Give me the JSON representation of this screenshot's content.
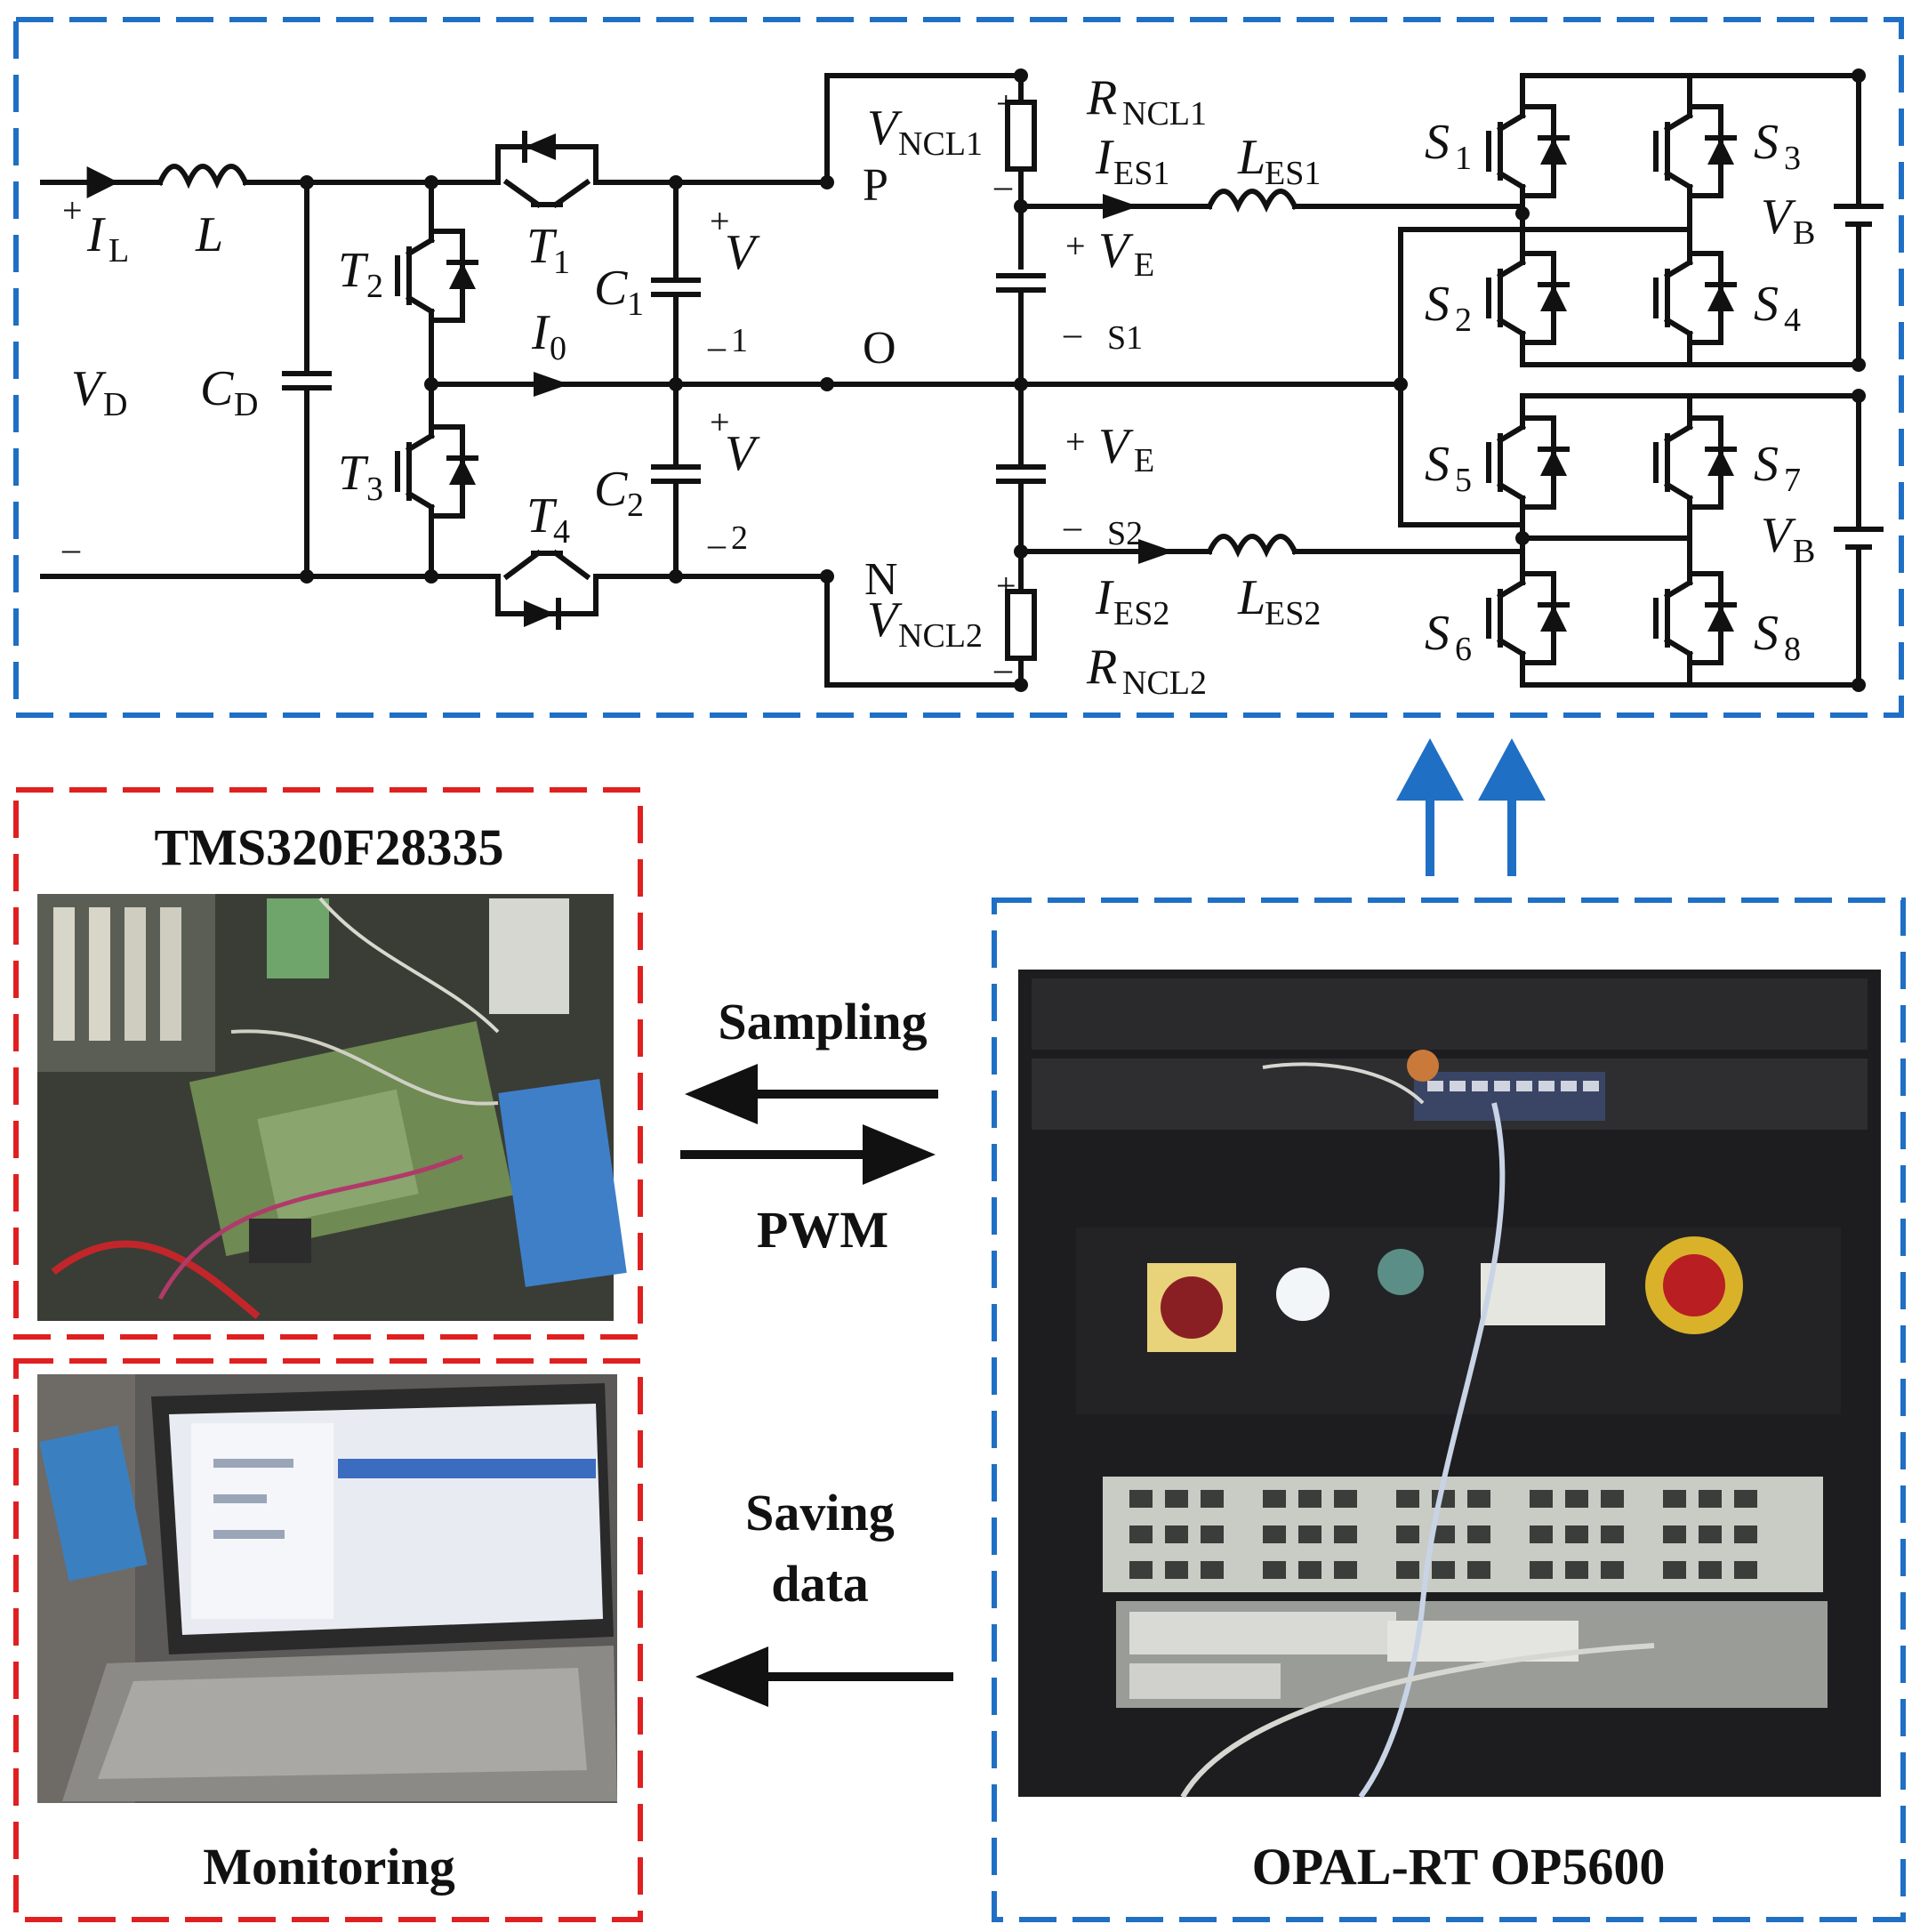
{
  "colors": {
    "blue_box": "#1f6fc5",
    "red_box": "#e02020",
    "wire": "#111111",
    "arrow_blue": "#1f6fc5"
  },
  "circuit": {
    "IL": {
      "sym": "I",
      "sub": "L",
      "sign": "+"
    },
    "L": "L",
    "VD": {
      "sym": "V",
      "sub": "D"
    },
    "CD": {
      "sym": "C",
      "sub": "D"
    },
    "minus_left": "–",
    "T1": {
      "sym": "T",
      "sub": "1"
    },
    "T2": {
      "sym": "T",
      "sub": "2"
    },
    "T3": {
      "sym": "T",
      "sub": "3"
    },
    "T4": {
      "sym": "T",
      "sub": "4"
    },
    "C1": {
      "sym": "C",
      "sub": "1"
    },
    "C2": {
      "sym": "C",
      "sub": "2"
    },
    "V1": {
      "plus": "+",
      "sym": "V",
      "minus": "–",
      "sub": "1"
    },
    "V2": {
      "plus": "+",
      "sym": "V",
      "minus": "–",
      "sub": "2"
    },
    "I0": {
      "sym": "I",
      "sub": "0"
    },
    "P": "P",
    "O": "O",
    "N": "N",
    "RNCL1": {
      "sym": "R",
      "sub": "NCL1"
    },
    "RNCL2": {
      "sym": "R",
      "sub": "NCL2"
    },
    "VNCL1": {
      "sym": "V",
      "sub": "NCL1",
      "plus": "+",
      "minus": "–"
    },
    "VNCL2": {
      "sym": "V",
      "sub": "NCL2",
      "plus": "+",
      "minus": "–"
    },
    "IES1": {
      "sym": "I",
      "sub": "ES1"
    },
    "IES2": {
      "sym": "I",
      "sub": "ES2"
    },
    "LES1": {
      "sym": "L",
      "sub": "ES1"
    },
    "LES2": {
      "sym": "L",
      "sub": "ES2"
    },
    "VES1": {
      "plus": "+",
      "sym": "V",
      "sub": "E",
      "minus": "–",
      "sub2": "S1"
    },
    "VES2": {
      "plus": "+",
      "sym": "V",
      "sub": "E",
      "minus": "–",
      "sub2": "S2"
    },
    "S": [
      {
        "sym": "S",
        "sub": "1"
      },
      {
        "sym": "S",
        "sub": "2"
      },
      {
        "sym": "S",
        "sub": "3"
      },
      {
        "sym": "S",
        "sub": "4"
      },
      {
        "sym": "S",
        "sub": "5"
      },
      {
        "sym": "S",
        "sub": "6"
      },
      {
        "sym": "S",
        "sub": "7"
      },
      {
        "sym": "S",
        "sub": "8"
      }
    ],
    "VB1": {
      "sym": "V",
      "sub": "B"
    },
    "VB2": {
      "sym": "V",
      "sub": "B"
    }
  },
  "blocks": {
    "dsp_title": "TMS320F28335",
    "monitor_title": "Monitoring",
    "opal_title": "OPAL-RT  OP5600"
  },
  "links": {
    "sampling": "Sampling",
    "pwm": "PWM",
    "saving_line1": "Saving",
    "saving_line2": "data"
  }
}
